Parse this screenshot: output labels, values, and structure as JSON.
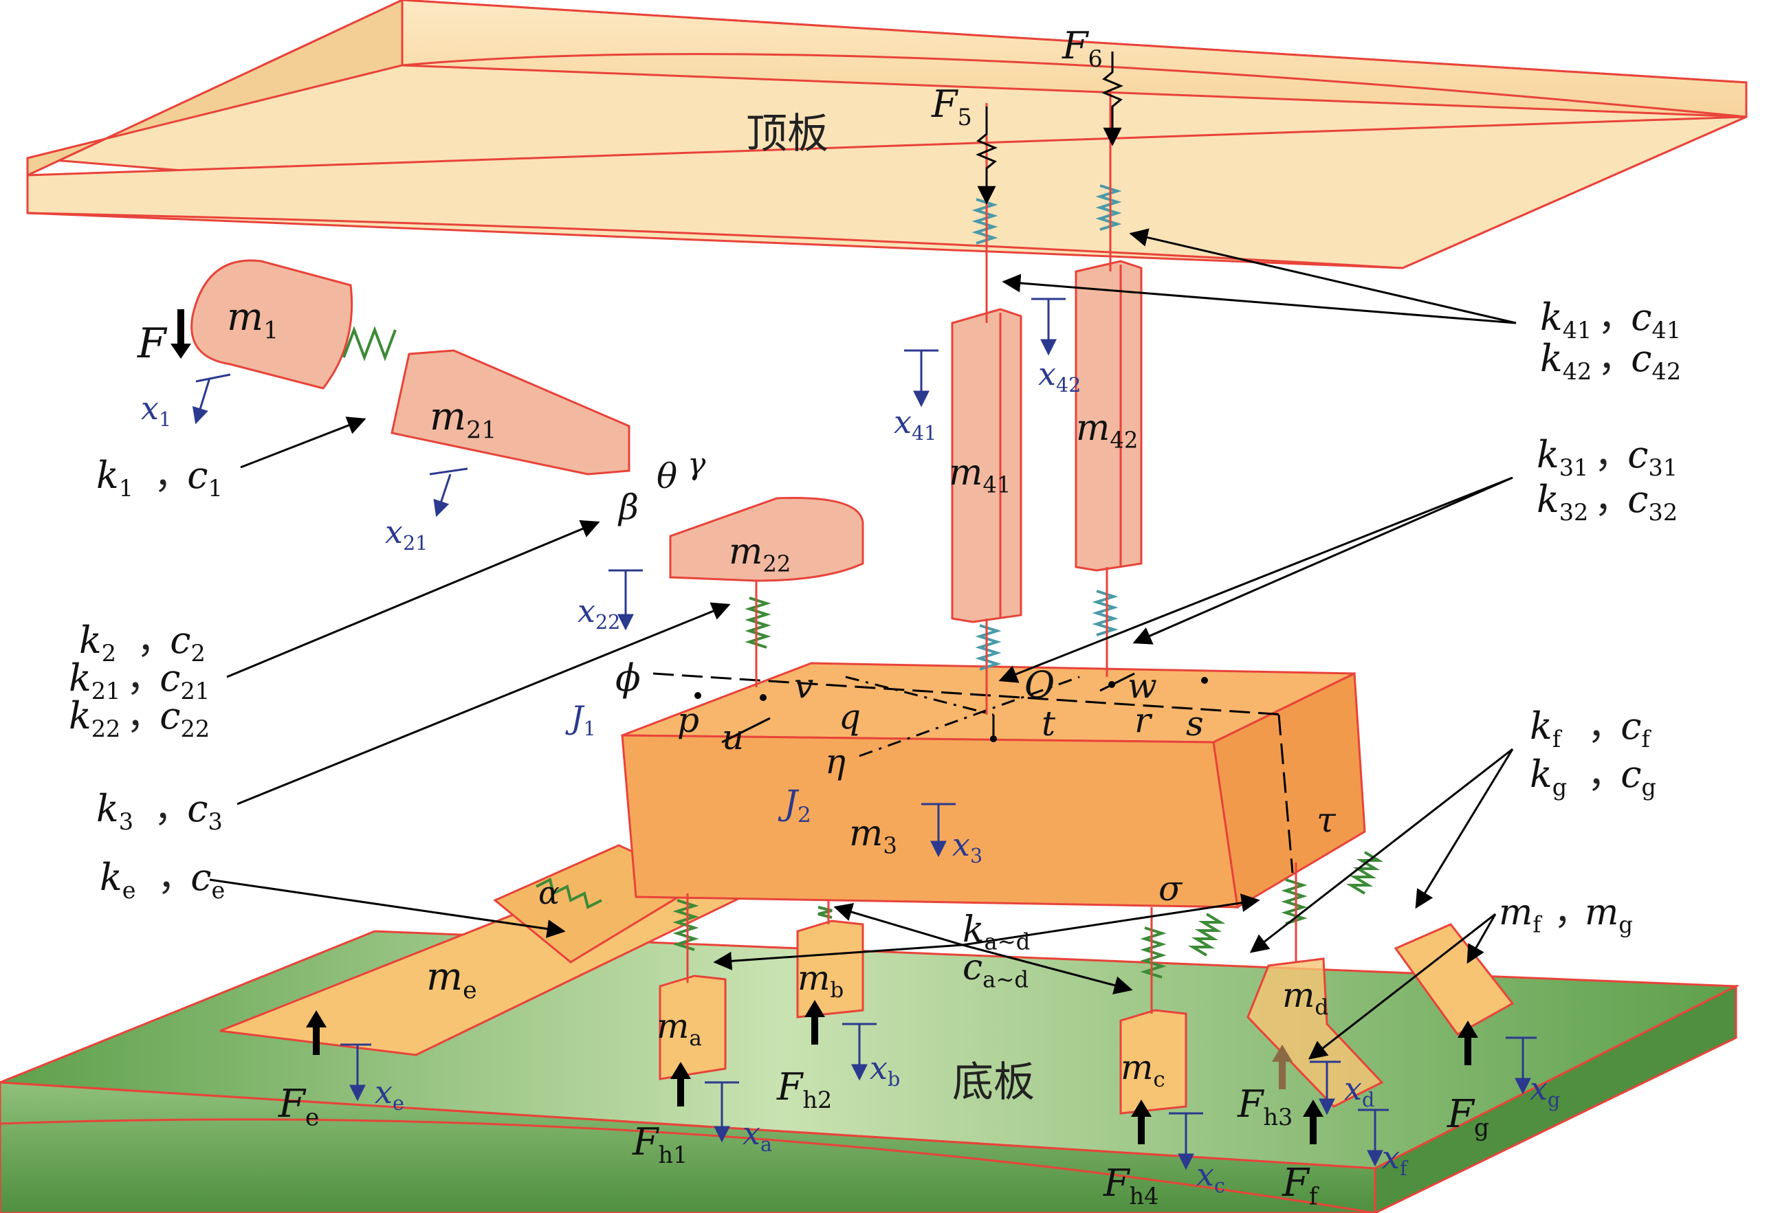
{
  "plates": {
    "roof": "顶板",
    "floor": "底板"
  },
  "masses": {
    "m1": [
      "m",
      "1"
    ],
    "m21": [
      "m",
      "21"
    ],
    "m22": [
      "m",
      "22"
    ],
    "m41": [
      "m",
      "41"
    ],
    "m42": [
      "m",
      "42"
    ],
    "m3": [
      "m",
      "3"
    ],
    "me": [
      "m",
      "e"
    ],
    "ma": [
      "m",
      "a"
    ],
    "mb": [
      "m",
      "b"
    ],
    "mc": [
      "m",
      "c"
    ],
    "md": [
      "m",
      "d"
    ]
  },
  "forces": {
    "F": "F",
    "F5": [
      "F",
      "5"
    ],
    "F6": [
      "F",
      "6"
    ],
    "Fe": [
      "F",
      "e"
    ],
    "Fh1": [
      "F",
      "h1"
    ],
    "Fh2": [
      "F",
      "h2"
    ],
    "Fh3": [
      "F",
      "h3"
    ],
    "Fh4": [
      "F",
      "h4"
    ],
    "Ff": [
      "F",
      "f"
    ],
    "Fg": [
      "F",
      "g"
    ]
  },
  "displacements": {
    "x1": [
      "x",
      "1"
    ],
    "x21": [
      "x",
      "21"
    ],
    "x22": [
      "x",
      "22"
    ],
    "x41": [
      "x",
      "41"
    ],
    "x42": [
      "x",
      "42"
    ],
    "x3": [
      "x",
      "3"
    ],
    "xa": [
      "x",
      "a"
    ],
    "xb": [
      "x",
      "b"
    ],
    "xc": [
      "x",
      "c"
    ],
    "xd": [
      "x",
      "d"
    ],
    "xe": [
      "x",
      "e"
    ],
    "xf": [
      "x",
      "f"
    ],
    "xg": [
      "x",
      "g"
    ]
  },
  "inertia": {
    "J1": [
      "J",
      "1"
    ],
    "J2": [
      "J",
      "2"
    ]
  },
  "stiffness": {
    "k1c1": {
      "k": [
        "k",
        "1"
      ],
      "c": [
        "c",
        "1"
      ]
    },
    "k2c2": {
      "k": [
        "k",
        "2"
      ],
      "c": [
        "c",
        "2"
      ]
    },
    "k21c21": {
      "k": [
        "k",
        "21"
      ],
      "c": [
        "c",
        "21"
      ]
    },
    "k22c22": {
      "k": [
        "k",
        "22"
      ],
      "c": [
        "c",
        "22"
      ]
    },
    "k3c3": {
      "k": [
        "k",
        "3"
      ],
      "c": [
        "c",
        "3"
      ]
    },
    "kece": {
      "k": [
        "k",
        "e"
      ],
      "c": [
        "c",
        "e"
      ]
    },
    "k41c41": {
      "k": [
        "k",
        "41"
      ],
      "c": [
        "c",
        "41"
      ]
    },
    "k42c42": {
      "k": [
        "k",
        "42"
      ],
      "c": [
        "c",
        "42"
      ]
    },
    "k31c31": {
      "k": [
        "k",
        "31"
      ],
      "c": [
        "c",
        "31"
      ]
    },
    "k32c32": {
      "k": [
        "k",
        "32"
      ],
      "c": [
        "c",
        "32"
      ]
    },
    "kfcf": {
      "k": [
        "k",
        "f"
      ],
      "c": [
        "c",
        "f"
      ]
    },
    "kgcg": {
      "k": [
        "k",
        "g"
      ],
      "c": [
        "c",
        "g"
      ]
    },
    "kad": [
      "k",
      "a~d"
    ],
    "cad": [
      "c",
      "a~d"
    ],
    "separator": "，"
  },
  "mfmg": {
    "mf": [
      "m",
      "f"
    ],
    "mg": [
      "m",
      "g"
    ],
    "sep": "，"
  },
  "angles": {
    "theta": "θ",
    "gamma": "γ",
    "beta": "β",
    "phi": "ϕ",
    "eta": "η",
    "alpha": "α",
    "tau": "τ",
    "sigma": "σ"
  },
  "points": {
    "p": "p",
    "u": "u",
    "v": "v",
    "q": "q",
    "O": "O",
    "t": "t",
    "w": "w",
    "r": "r",
    "s": "s"
  },
  "colors": {
    "roof_fill": "#fbe3b8",
    "roof_edge": "#e8433a",
    "floor_fill": "#9fc98a",
    "floor_dark": "#5ea04c",
    "body_fill": "#f6a85a",
    "body_top": "#f8b66c",
    "salmon": "#f2b9a0",
    "small_mass": "#f7c474",
    "spring_green": "#3d8a38",
    "spring_blue": "#4a9aa8",
    "arrow_blue": "#2b3a8f"
  }
}
